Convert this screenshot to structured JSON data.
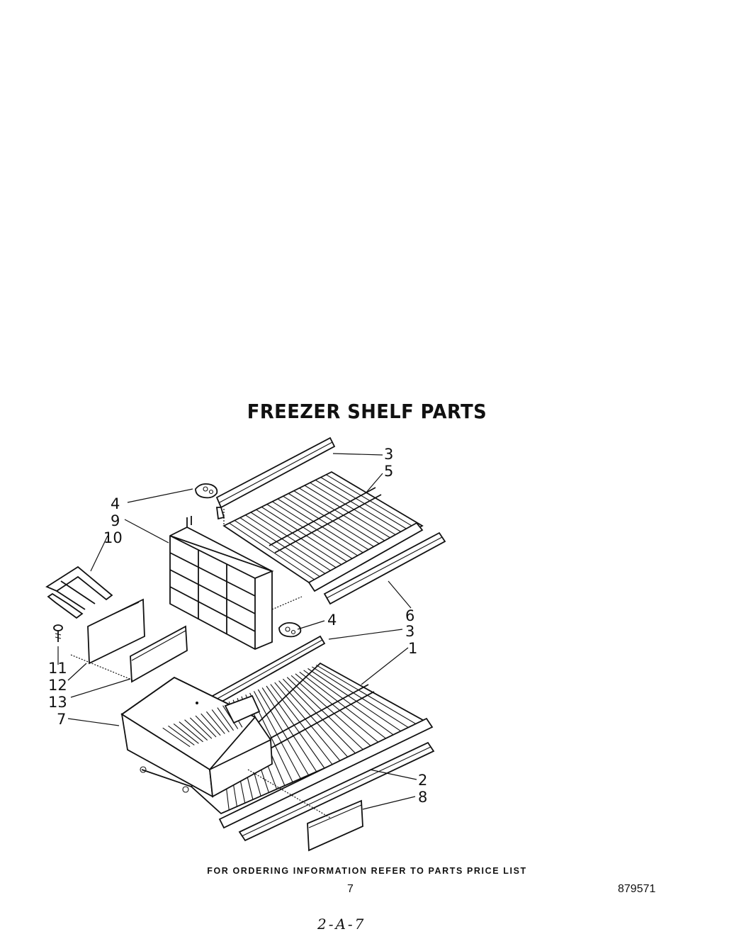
{
  "title": "FREEZER SHELF PARTS",
  "callouts": [
    {
      "id": "c3a",
      "label": "3"
    },
    {
      "id": "c5",
      "label": "5"
    },
    {
      "id": "c4a",
      "label": "4"
    },
    {
      "id": "c9",
      "label": "9"
    },
    {
      "id": "c10",
      "label": "10"
    },
    {
      "id": "c6",
      "label": "6"
    },
    {
      "id": "c4b",
      "label": "4"
    },
    {
      "id": "c3b",
      "label": "3"
    },
    {
      "id": "c1",
      "label": "1"
    },
    {
      "id": "c11",
      "label": "11"
    },
    {
      "id": "c12",
      "label": "12"
    },
    {
      "id": "c13",
      "label": "13"
    },
    {
      "id": "c7",
      "label": "7"
    },
    {
      "id": "c2",
      "label": "2"
    },
    {
      "id": "c8",
      "label": "8"
    }
  ],
  "footer": "FOR ORDERING INFORMATION REFER TO PARTS PRICE LIST",
  "page_number": "7",
  "document_number": "879571",
  "handwritten_note": "2-A-7"
}
